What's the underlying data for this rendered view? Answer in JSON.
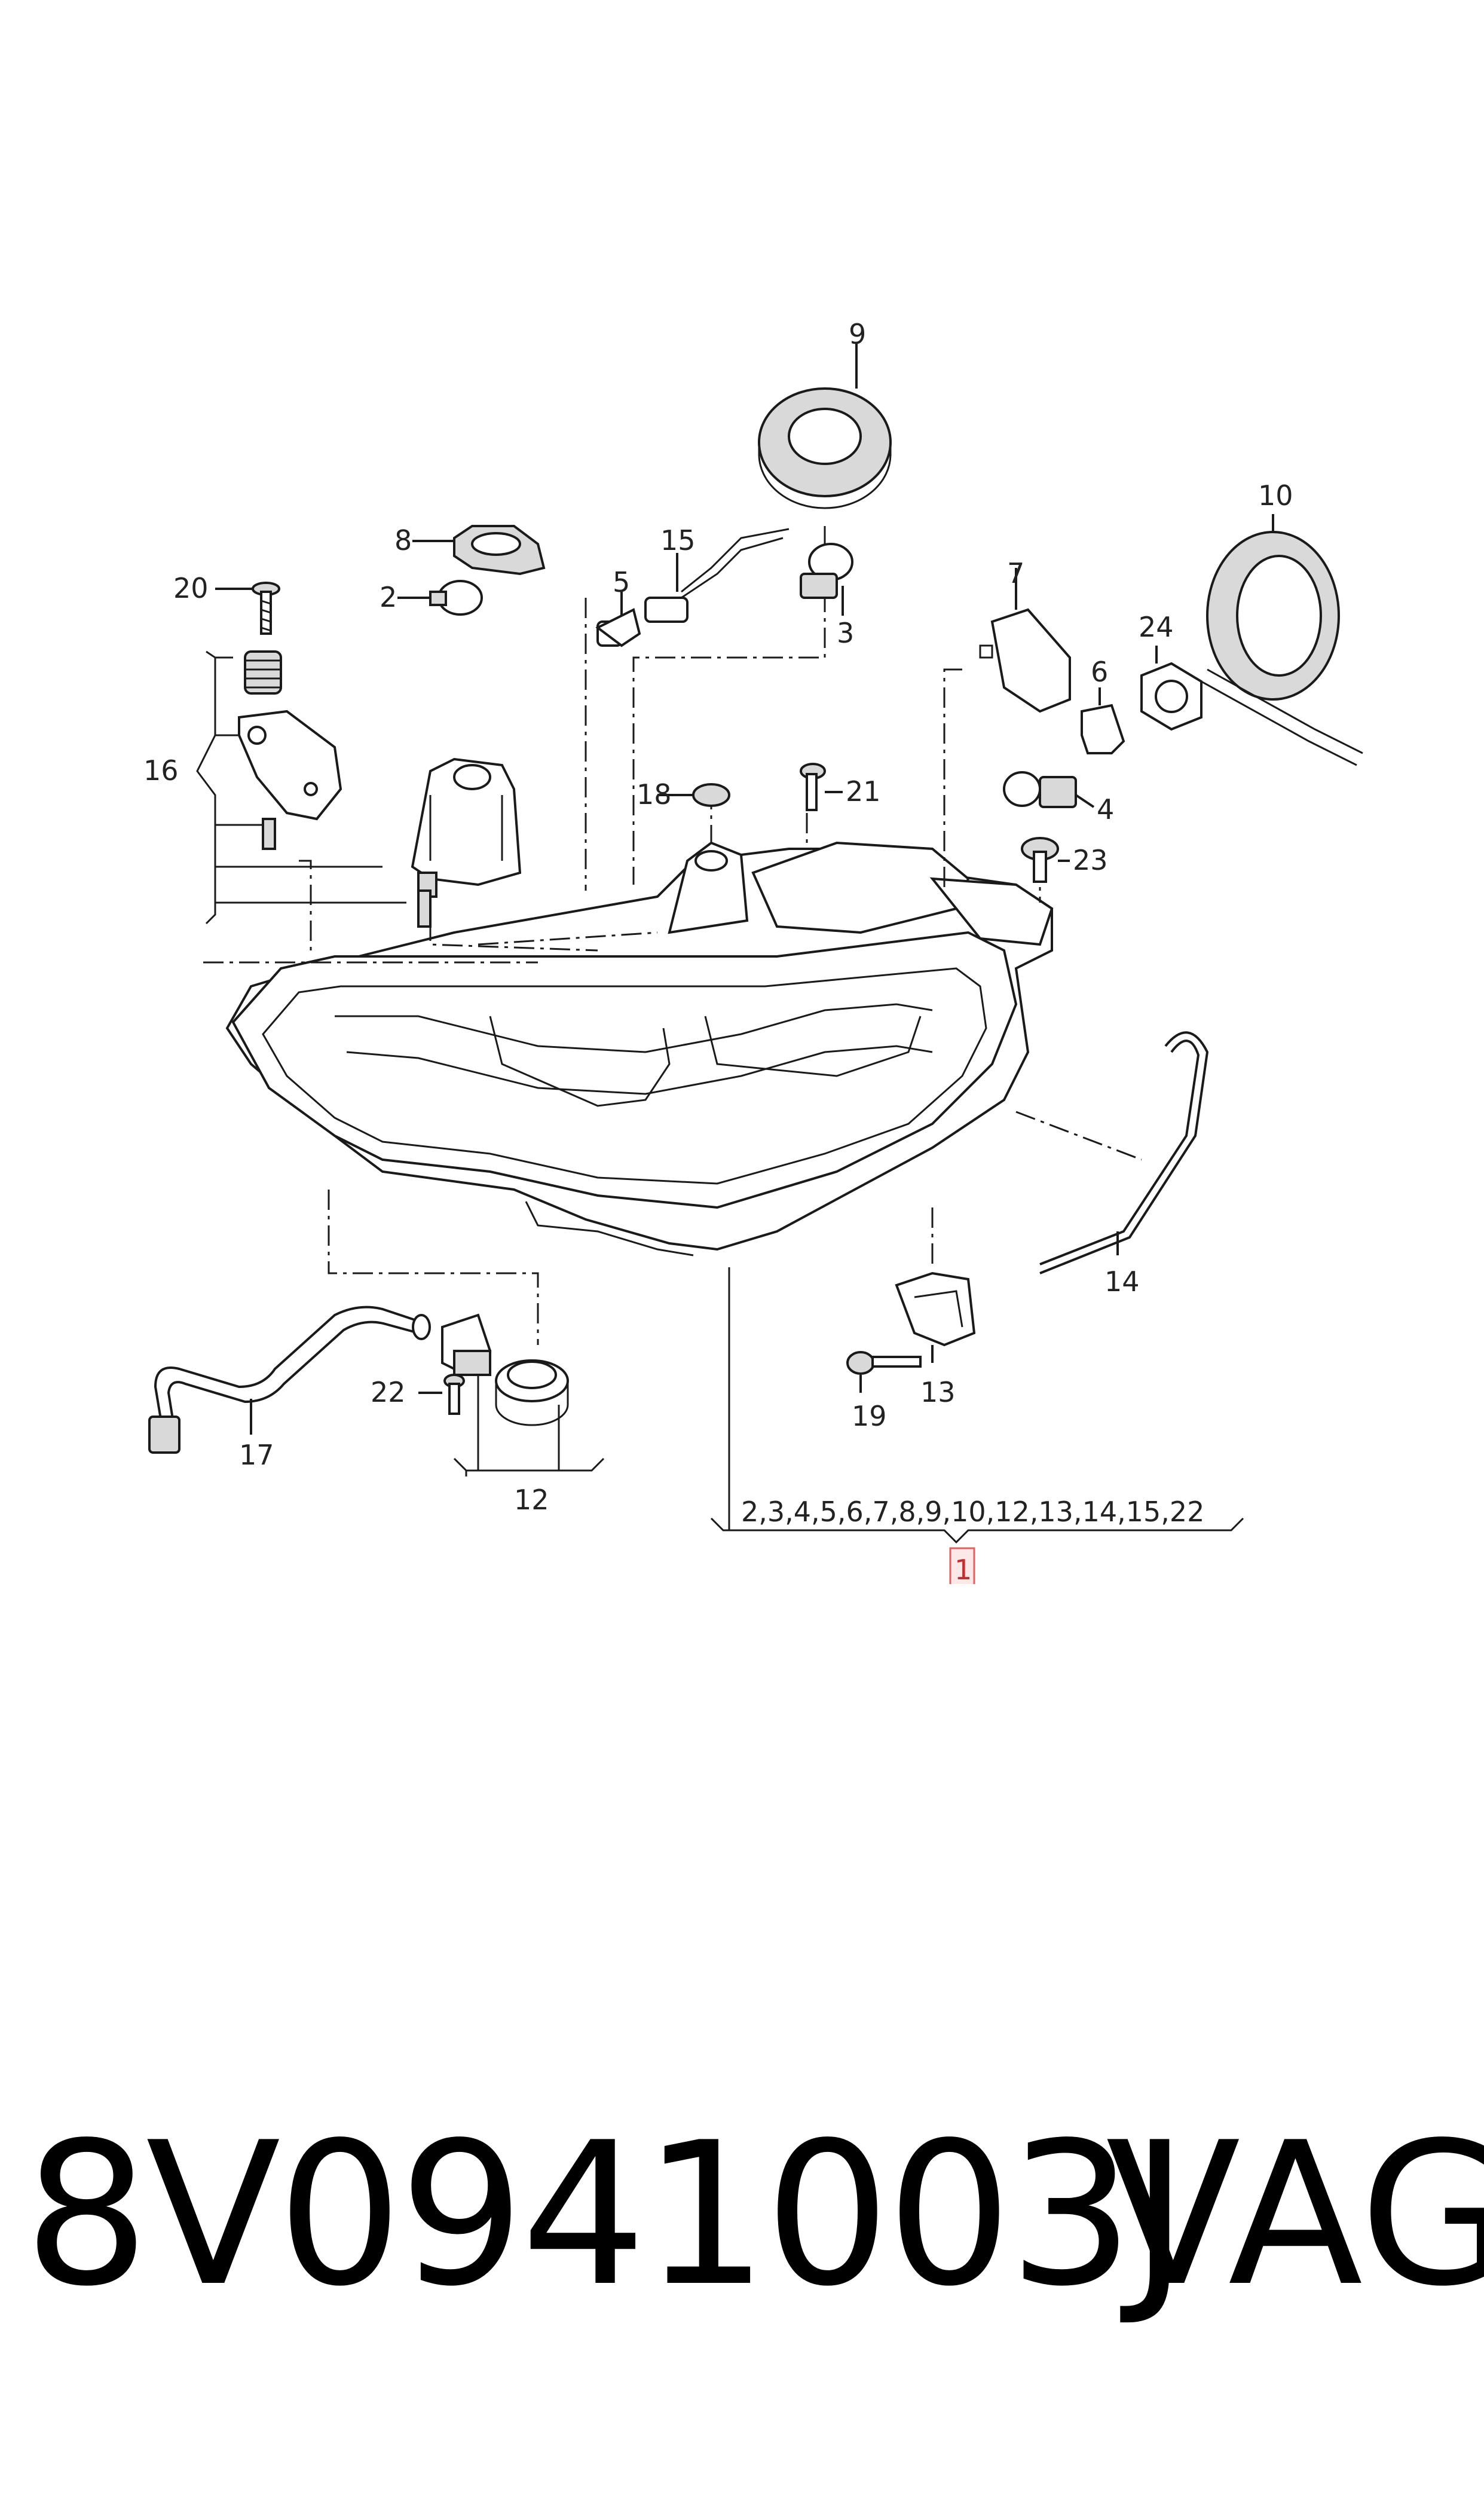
{
  "diagram": {
    "labels": {
      "l9": "9",
      "l10": "10",
      "l8": "8",
      "l15": "15",
      "l20": "20",
      "l2": "2",
      "l5": "5",
      "l3": "3",
      "l7": "7",
      "l24": "24",
      "l6": "6",
      "l16": "16",
      "l18": "18",
      "l21": "21",
      "l4": "4",
      "l23": "23",
      "l14": "14",
      "l17": "17",
      "l22": "22",
      "l12": "12",
      "l13": "13",
      "l19": "19",
      "lgroup": "2,3,4,5,6,7,8,9,10,12,13,14,15,22",
      "l1": "1"
    }
  },
  "footer": {
    "part_number": "8V0941003J",
    "brand": "VAG"
  }
}
